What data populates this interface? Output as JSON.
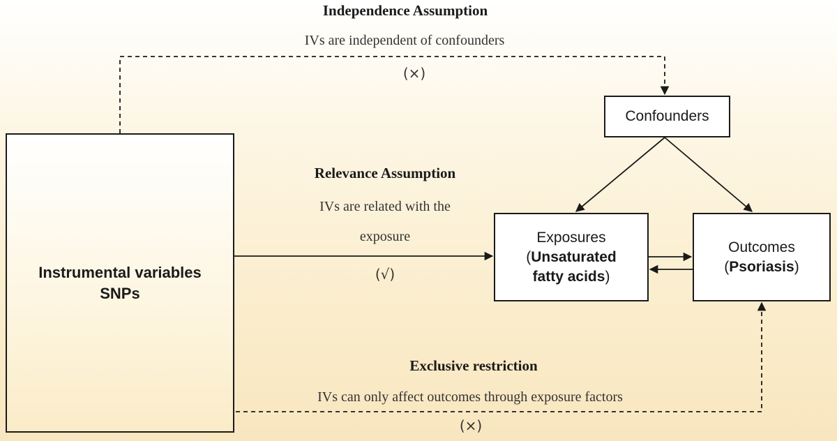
{
  "independence": {
    "heading": "Independence Assumption",
    "description": "IVs are independent of confounders",
    "mark": "(×)"
  },
  "relevance": {
    "heading": "Relevance Assumption",
    "description_line1": "IVs are related with the",
    "description_line2": "exposure",
    "mark": "(√)"
  },
  "exclusive": {
    "heading": "Exclusive restriction",
    "description": "IVs can only affect outcomes through exposure factors",
    "mark": "(×)"
  },
  "boxes": {
    "iv_line1": "Instrumental variables",
    "iv_line2": "SNPs",
    "confounders": "Confounders",
    "exposures_label": "Exposures",
    "exposures_open": "(",
    "exposures_bold1": "Unsaturated",
    "exposures_bold2": "fatty acids",
    "exposures_close": ")",
    "outcomes_label": "Outcomes",
    "outcomes_open": "(",
    "outcomes_bold": "Psoriasis",
    "outcomes_close": ")"
  },
  "colors": {
    "line": "#1a1a1a",
    "background_top": "#ffffff",
    "background_bottom": "#f8e6bf"
  }
}
